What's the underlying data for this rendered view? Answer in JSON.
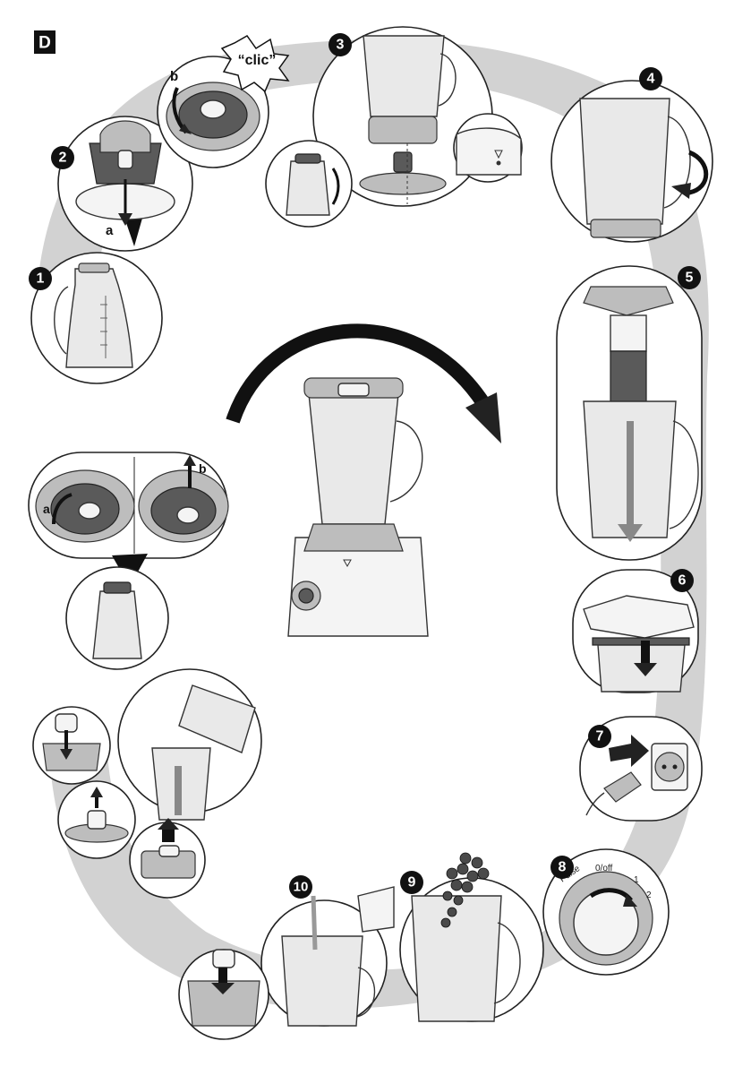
{
  "figure": {
    "section_letter": "D",
    "steps": [
      "1",
      "2",
      "3",
      "4",
      "5",
      "6",
      "7",
      "8",
      "9",
      "10"
    ],
    "callouts": {
      "clic": "“clic”",
      "a": "a",
      "b": "b"
    },
    "dial_labels": {
      "pulse": "Pulse",
      "off": "0/off",
      "one": "1",
      "two": "2"
    }
  },
  "colors": {
    "background_band": "#d2d2d2",
    "ink": "#111111",
    "glass": "#e9e9e9"
  }
}
